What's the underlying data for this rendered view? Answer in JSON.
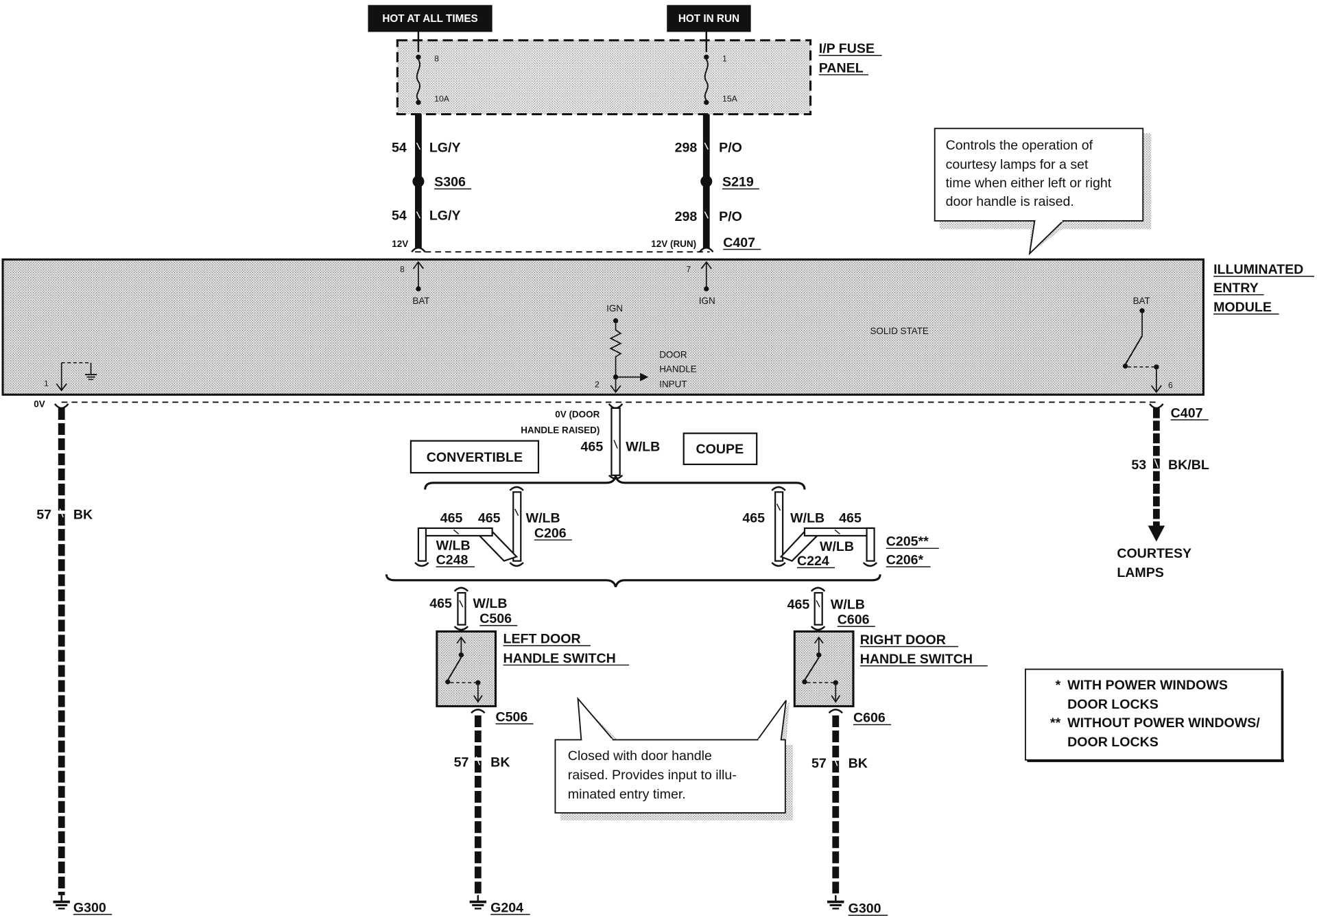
{
  "power": {
    "hot_at_all_times": "HOT AT ALL TIMES",
    "hot_in_run": "HOT IN RUN"
  },
  "fuse_panel": {
    "title_line1": "I/P FUSE",
    "title_line2": "PANEL",
    "fuse_a_number": "8",
    "fuse_a_rating": "10A",
    "fuse_b_number": "1",
    "fuse_b_rating": "15A"
  },
  "left_feed": {
    "circuit_upper": "54",
    "color_upper": "LG/Y",
    "splice": "S306",
    "circuit_lower": "54",
    "color_lower": "LG/Y",
    "voltage": "12V"
  },
  "right_feed": {
    "circuit_upper": "298",
    "color_upper": "P/O",
    "splice": "S219",
    "circuit_lower": "298",
    "color_lower": "P/O",
    "voltage": "12V (RUN)",
    "connector": "C407"
  },
  "note_top": {
    "line1": "Controls the operation of",
    "line2": "courtesy lamps for a set",
    "line3": "time when either left or right",
    "line4": "door handle is raised."
  },
  "module": {
    "title_line1": "ILLUMINATED",
    "title_line2": "ENTRY",
    "title_line3": "MODULE",
    "pin_bat": "8",
    "label_bat": "BAT",
    "pin_ign": "7",
    "label_ign": "IGN",
    "label_ign_center": "IGN",
    "label_door_line1": "DOOR",
    "label_door_line2": "HANDLE",
    "label_door_line3": "INPUT",
    "pin_door": "2",
    "label_solid_state": "SOLID STATE",
    "label_bat_right": "BAT",
    "pin_courtesy": "6",
    "pin_ground": "1"
  },
  "ground_left": {
    "voltage": "0V",
    "circuit": "57",
    "color": "BK",
    "ground": "G300"
  },
  "door_input": {
    "voltage_line1": "0V (DOOR",
    "voltage_line2": "HANDLE RAISED)",
    "circuit": "465",
    "color": "W/LB"
  },
  "body_styles": {
    "convertible": "CONVERTIBLE",
    "coupe": "COUPE"
  },
  "convertible_branch": {
    "circuit_a": "465",
    "circuit_b": "465",
    "color_b": "W/LB",
    "connector_b": "C206",
    "color_a": "W/LB",
    "connector_a": "C248"
  },
  "coupe_branch": {
    "circuit_a": "465",
    "color_a": "W/LB",
    "circuit_b": "465",
    "color_b": "W/LB",
    "connector_a": "C224",
    "connector_b1": "C205**",
    "connector_b2": "C206*"
  },
  "courtesy": {
    "connector": "C407",
    "circuit": "53",
    "color": "BK/BL",
    "label_line1": "COURTESY",
    "label_line2": "LAMPS"
  },
  "left_switch": {
    "circuit": "465",
    "color": "W/LB",
    "connector_top": "C506",
    "title_line1": "LEFT DOOR",
    "title_line2": "HANDLE SWITCH",
    "connector_bottom": "C506",
    "ground_circuit": "57",
    "ground_color": "BK",
    "ground": "G204"
  },
  "right_switch": {
    "circuit": "465",
    "color": "W/LB",
    "connector_top": "C606",
    "title_line1": "RIGHT DOOR",
    "title_line2": "HANDLE SWITCH",
    "connector_bottom": "C606",
    "ground_circuit": "57",
    "ground_color": "BK",
    "ground": "G300"
  },
  "note_bottom": {
    "line1": "Closed with door handle",
    "line2": "raised.  Provides input to illu-",
    "line3": "minated entry timer."
  },
  "legend": {
    "mark1": "*",
    "line1": "WITH POWER WINDOWS",
    "line2": "DOOR LOCKS",
    "mark2": "**",
    "line3": "WITHOUT POWER WINDOWS/",
    "line4": "DOOR LOCKS"
  }
}
